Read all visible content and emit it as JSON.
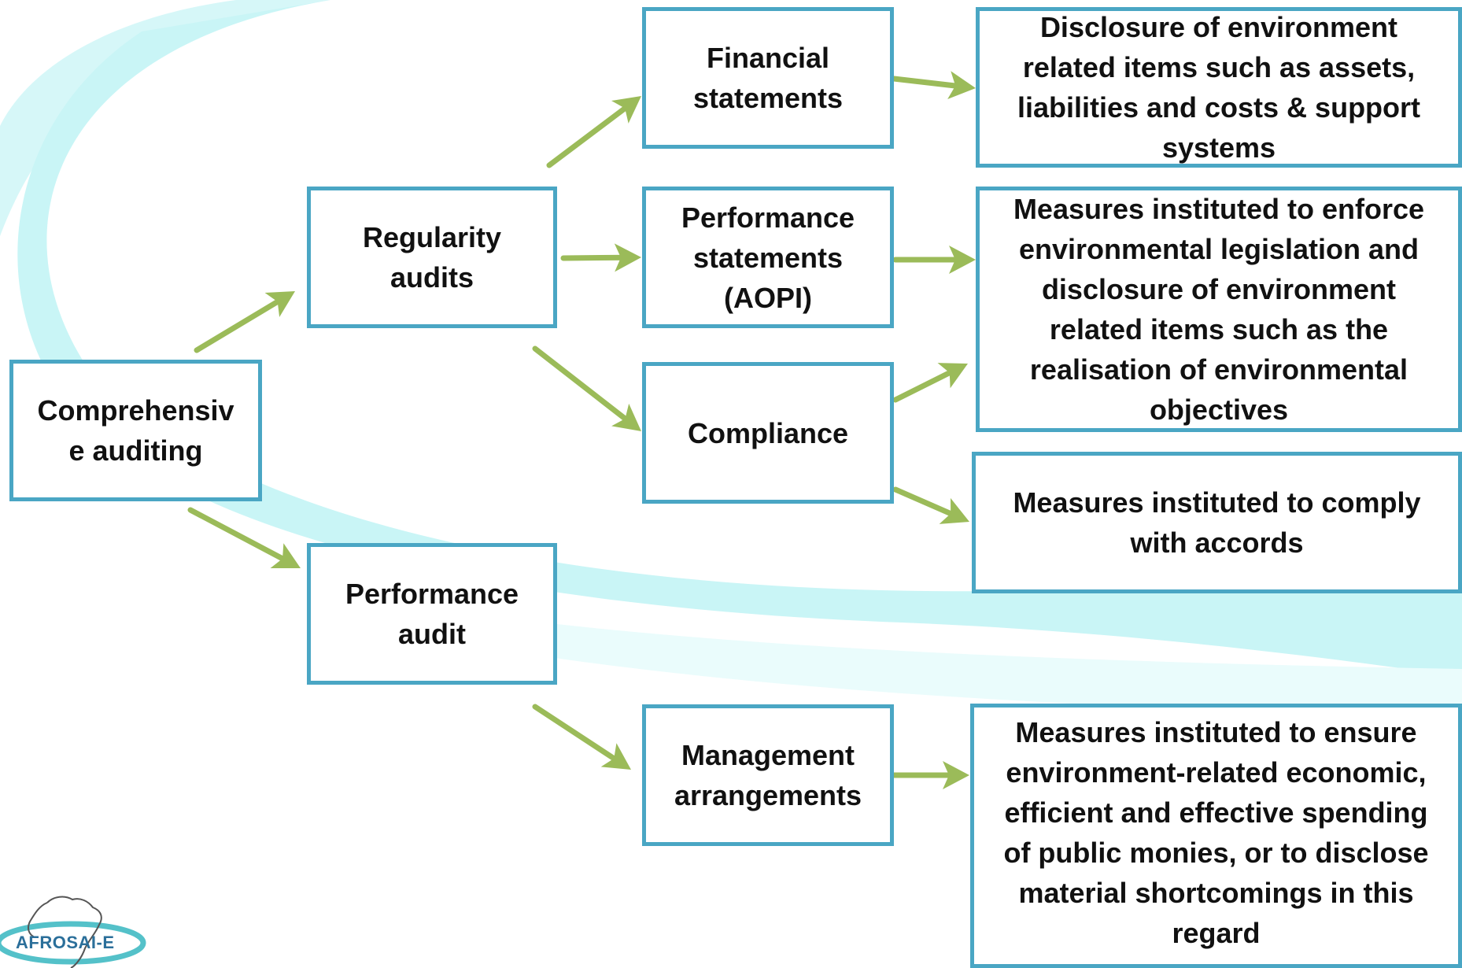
{
  "colors": {
    "box_border": "#4aa6c4",
    "arrow": "#9bbb59",
    "swoosh": "#c9f5f6",
    "text": "#111111"
  },
  "nodes": {
    "comprehensive": [
      "Comprehensiv",
      "e auditing"
    ],
    "regularity": [
      "Regularity",
      "audits"
    ],
    "performance_audit": [
      "Performance",
      "audit"
    ],
    "financial": [
      "Financial",
      "statements"
    ],
    "perf_statements": [
      "Performance",
      "statements",
      "(AOPI)"
    ],
    "compliance": [
      "Compliance"
    ],
    "management": [
      "Management",
      "arrangements"
    ],
    "d1": [
      "Disclosure of environment",
      "related items such as assets,",
      "liabilities and costs & support",
      "systems"
    ],
    "d2": [
      "Measures instituted to enforce",
      "environmental legislation and",
      "disclosure of environment",
      "related items such as the",
      "realisation of environmental",
      "objectives"
    ],
    "d3": [
      "Measures instituted to comply",
      "with accords"
    ],
    "d4": [
      "Measures instituted to ensure",
      "environment-related economic,",
      "efficient and effective spending",
      "of public monies, or to disclose",
      "material shortcomings in this",
      "regard"
    ]
  },
  "logo": {
    "text": "AFROSAI-E",
    "icon": "africa-map-logo-icon"
  }
}
